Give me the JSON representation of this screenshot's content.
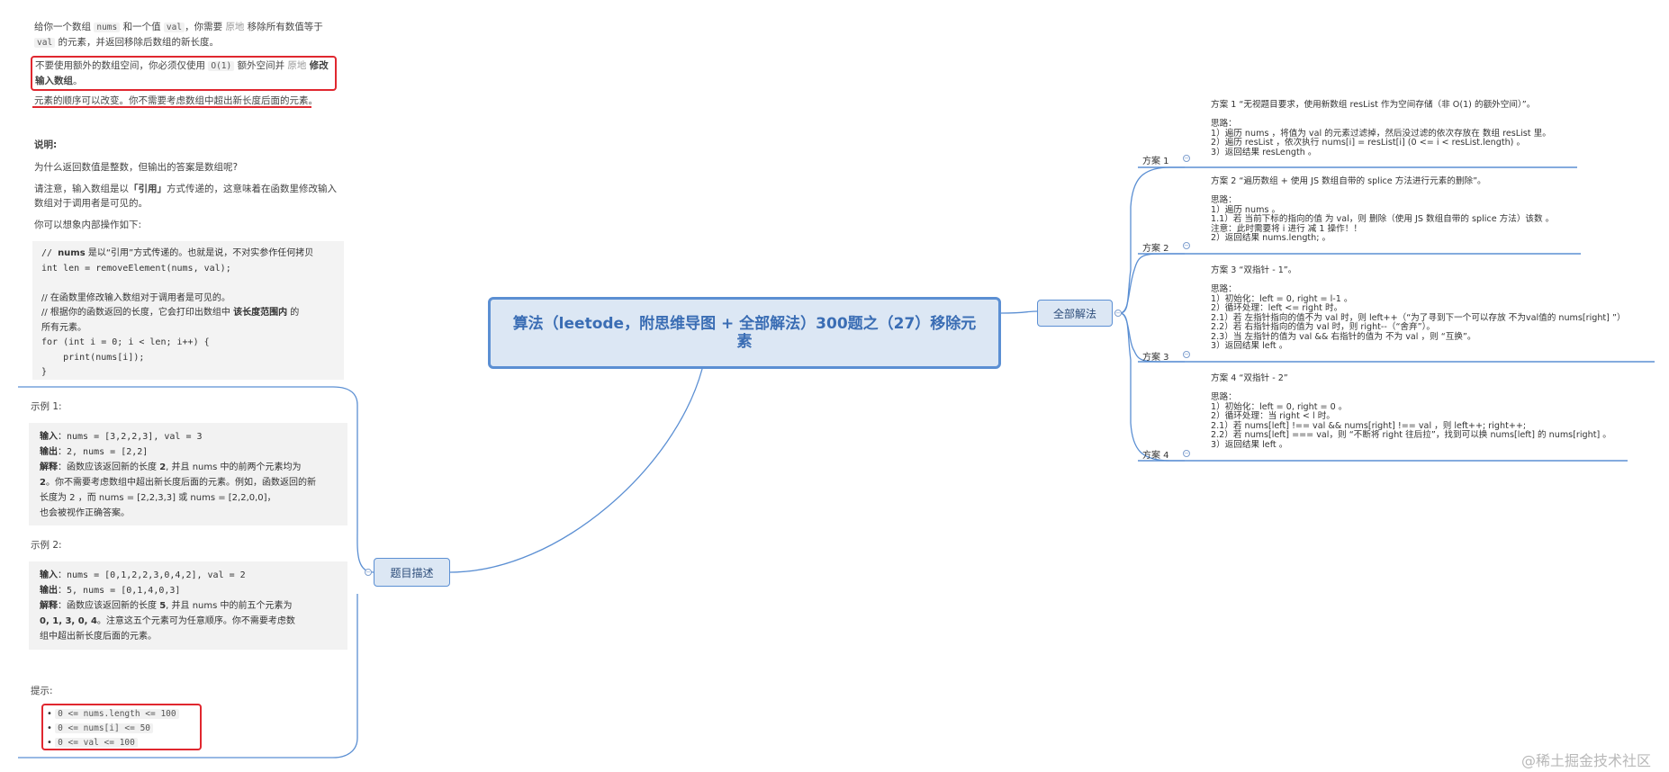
{
  "center_title": "算法（leetode，附思维导图 + 全部解法）300题之（27）移除元素",
  "branches": {
    "all_solutions": "全部解法",
    "problem_desc": "题目描述"
  },
  "problem": {
    "intro": {
      "p1a": "给你一个数组",
      "nums": "nums",
      "p1b": "和一个值",
      "val": "val",
      "p1c": "，你需要",
      "inplace": "原地",
      "p1d": "移除所有数值等于",
      "p1e": "的元素，并返回移除后数组的新长度。"
    },
    "constraint": {
      "a": "不要使用额外的数组空间，你必须仅使用",
      "o1": "O(1)",
      "b": "额外空间并",
      "inplace": "原地",
      "c": "修改输入数组",
      "d": "。"
    },
    "order_note": "元素的顺序可以改变。你不需要考虑数组中超出新长度后面的元素。",
    "explain_heading": "说明:",
    "explain_q": "为什么返回数值是整数，但输出的答案是数组呢?",
    "explain_p": {
      "a": "请注意，输入数组是以",
      "ref": "「引用」",
      "b": "方式传递的，这意味着在函数里修改输入数组对于调用者是可见的。"
    },
    "explain_p2": "你可以想象内部操作如下:",
    "code": {
      "l1a": "// ",
      "l1b": "nums",
      "l1c": " 是以“引用”方式传递的。也就是说，不对实参作任何拷贝",
      "l2": "int len = removeElement(nums, val);",
      "l3": "// 在函数里修改输入数组对于调用者是可见的。",
      "l4a": "// 根据你的函数返回的长度，它会打印出数组中 ",
      "l4b": "该长度范围内",
      "l4c": " 的",
      "l5": "所有元素。",
      "l6": "for (int i = 0; i < len; i++) {",
      "l7": "    print(nums[i]);",
      "l8": "}"
    },
    "example1": {
      "title": "示例 1:",
      "in_label": "输入",
      "in_val": "：nums = [3,2,2,3], val = 3",
      "out_label": "输出",
      "out_val": "：2, nums = [2,2]",
      "exp_label": "解释",
      "exp_l1a": "：函数应该返回新的长度 ",
      "exp_l1b": "2",
      "exp_l1c": ", 并且 nums 中的前两个元素均为",
      "exp_l2a": "2",
      "exp_l2b": "。你不需要考虑数组中超出新长度后面的元素。例如，函数返回的新",
      "exp_l3a": "长度为 2 ，而 nums = [2,2,3,3] 或 nums = [2,2,0,0]，",
      "exp_l4": "也会被视作正确答案。"
    },
    "example2": {
      "title": "示例 2:",
      "in_label": "输入",
      "in_val": "：nums = [0,1,2,2,3,0,4,2], val = 2",
      "out_label": "输出",
      "out_val": "：5, nums = [0,1,4,0,3]",
      "exp_label": "解释",
      "exp_l1a": "：函数应该返回新的长度 ",
      "exp_l1b": "5",
      "exp_l1c": ", 并且 nums 中的前五个元素为",
      "exp_l2a": "0, 1, 3, 0, 4",
      "exp_l2b": "。注意这五个元素可为任意顺序。你不需要考虑数",
      "exp_l3": "组中超出新长度后面的元素。"
    },
    "hint_title": "提示:",
    "hints": [
      "0 <= nums.length <= 100",
      "0 <= nums[i] <= 50",
      "0 <= val <= 100"
    ]
  },
  "solutions": [
    {
      "label": "方案 1",
      "lines": [
        "方案 1 “无视题目要求，使用新数组 resList 作为空间存储（非 O(1) 的额外空间）”。",
        "",
        "思路：",
        "1）遍历 nums ，将值为 val 的元素过滤掉，然后没过滤的依次存放在 数组 resList 里。",
        "2）遍历 resList ，依次执行 nums[i] = resList[i]  (0 <= i < resList.length) 。",
        "3）返回结果 resLength 。"
      ]
    },
    {
      "label": "方案 2",
      "lines": [
        "方案 2 “遍历数组 + 使用 JS 数组自带的 splice 方法进行元素的删除”。",
        "",
        "思路：",
        "1）遍历 nums 。",
        "1.1）若 当前下标的指向的值 为 val，则 删除（使用 JS 数组自带的 splice 方法）该数 。",
        "注意：此时需要将 i 进行 减 1 操作！！",
        "2）返回结果 nums.length; 。"
      ]
    },
    {
      "label": "方案 3",
      "lines": [
        "方案 3 “双指针 - 1”。",
        "",
        "思路：",
        "1）初始化：left = 0, right = l-1 。",
        "2）循环处理：left <= right 时。",
        "2.1）若 左指针指向的值不为 val 时，则 left++（“为了寻到下一个可以存放 不为val值的 nums[right] ”）",
        "2.2）若 右指针指向的值为 val 时，则 right--（“舍弃”）。",
        "2.3）当 左指针的值为 val && 右指针的值为 不为 val ，则 “互换”。",
        "3）返回结果 left 。"
      ]
    },
    {
      "label": "方案 4",
      "lines": [
        "方案 4 “双指针 - 2”",
        "",
        "思路：",
        "1）初始化：left = 0, right = 0 。",
        "2）循环处理：当 right < l 时。",
        "2.1）若 nums[left] !== val && nums[right] !== val ，则 left++; right++;",
        "2.2）若 nums[left] === val，则 “不断将 right 往后拉”，找到可以换 nums[left] 的 nums[right] 。",
        "3）返回结果 left 。"
      ]
    }
  ],
  "watermark": "@稀土掘金技术社区",
  "colors": {
    "accent": "#5b8fd3",
    "node_fill": "#dce7f4",
    "highlight": "#e0272f"
  }
}
